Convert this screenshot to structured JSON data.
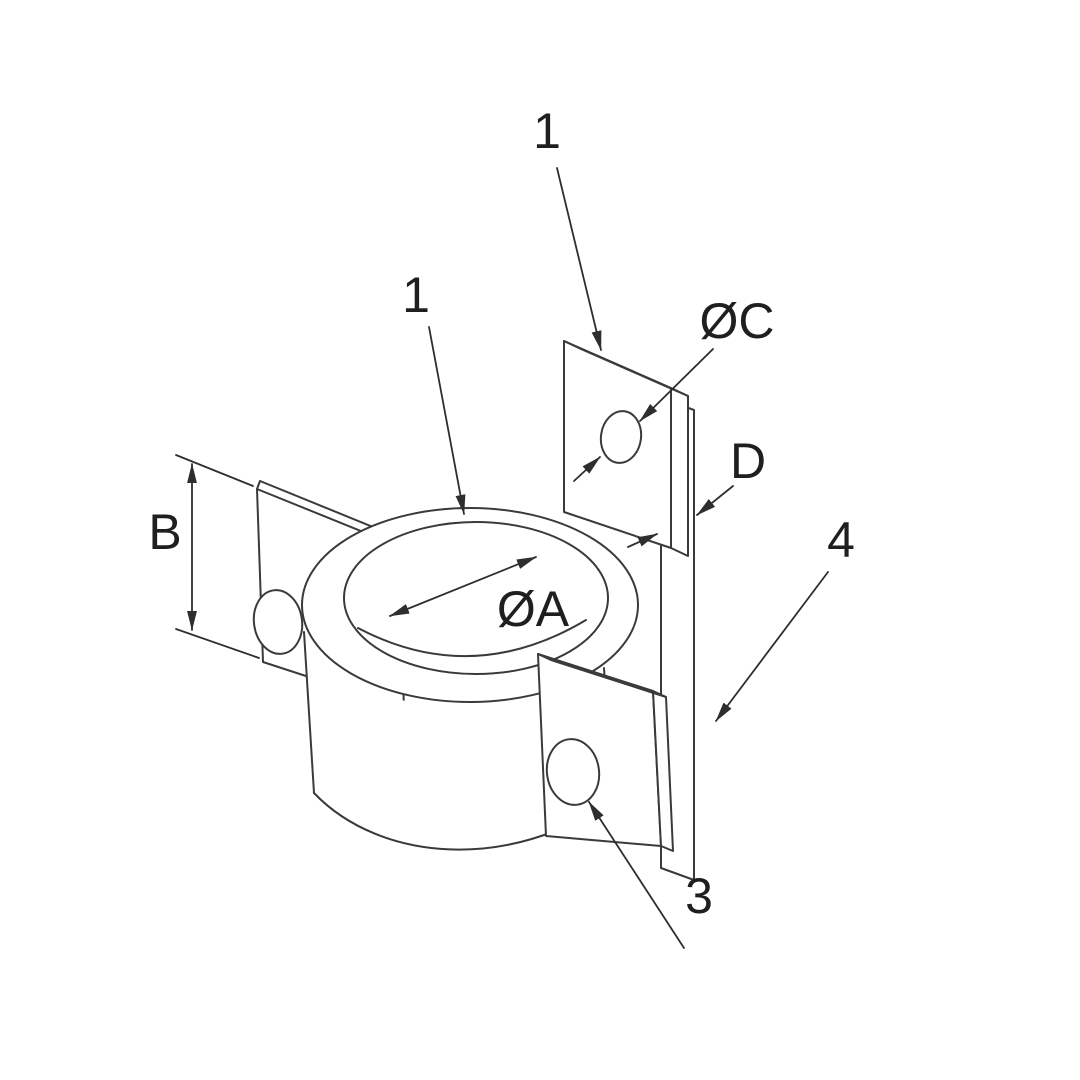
{
  "diagram": {
    "colors": {
      "line": "#3a3a3a",
      "dimension": "#2e2e2e",
      "label_text": "#1f1f1f",
      "background": "#ffffff"
    },
    "labels": {
      "callout_1_top": "1",
      "callout_1_left": "1",
      "dia_c": "ØC",
      "dim_d": "D",
      "dim_b": "B",
      "dia_a": "ØA",
      "callout_4": "4",
      "callout_3": "3"
    }
  }
}
